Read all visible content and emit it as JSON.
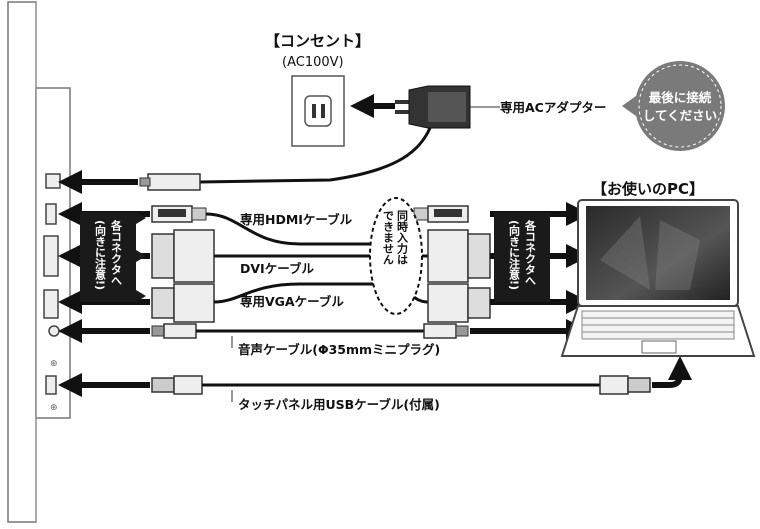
{
  "outlet": {
    "title": "【コンセント】",
    "voltage": "(AC100V)"
  },
  "adapter": {
    "label": "専用ACアダプター",
    "bubble": [
      "最後に接続",
      "してください"
    ]
  },
  "pc": {
    "title": "【お使いのPC】"
  },
  "cables": {
    "hdmi": "専用HDMIケーブル",
    "dvi": "DVIケーブル",
    "vga": "専用VGAケーブル",
    "audio": "音声ケーブル(Φ35mmミニプラグ)",
    "usb": "タッチパネル用USBケーブル(付属)"
  },
  "notes": {
    "left": [
      "各コネクタへ",
      "(向きに注意!)"
    ],
    "right": [
      "各コネクタへ",
      "(向きに注意!)"
    ],
    "middle": [
      "同時入力は",
      "できません"
    ]
  },
  "colors": {
    "ink": "#111111",
    "bubble": "#7a7a7a",
    "panel": "#1a1a1a"
  }
}
